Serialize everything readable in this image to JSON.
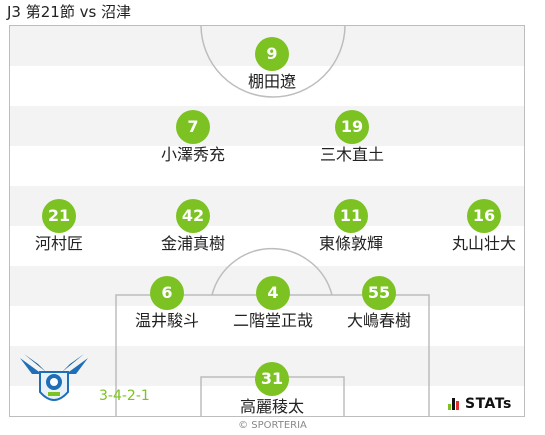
{
  "header": {
    "title": "J3 第21節 vs 沼津"
  },
  "colors": {
    "accent": "#7cc223",
    "stripe": "#f3f3f3",
    "line": "#bdbdbd"
  },
  "players": [
    {
      "number": "9",
      "name": "棚田遼"
    },
    {
      "number": "7",
      "name": "小澤秀充"
    },
    {
      "number": "19",
      "name": "三木直土"
    },
    {
      "number": "21",
      "name": "河村匠"
    },
    {
      "number": "42",
      "name": "金浦真樹"
    },
    {
      "number": "11",
      "name": "東條敦輝"
    },
    {
      "number": "16",
      "name": "丸山壮大"
    },
    {
      "number": "6",
      "name": "温井駿斗"
    },
    {
      "number": "4",
      "name": "二階堂正哉"
    },
    {
      "number": "55",
      "name": "大嶋春樹"
    },
    {
      "number": "31",
      "name": "高麗稜太"
    }
  ],
  "formation": "3-4-2-1",
  "brand": {
    "stats_label": "STATs",
    "stats_icon": "bar-chart-icon",
    "club_emblem": "club-emblem-icon"
  },
  "footer": {
    "copyright": "© SPORTERIA"
  }
}
